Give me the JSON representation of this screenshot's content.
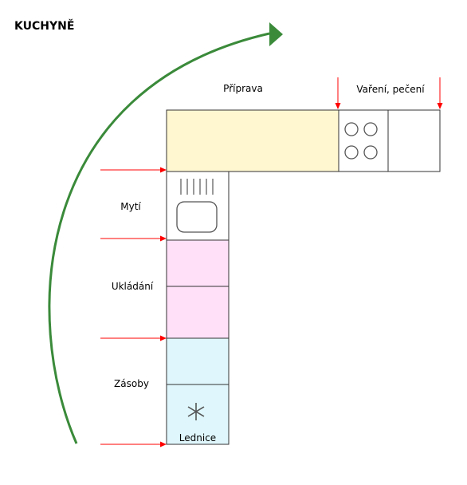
{
  "title": "KUCHYNĚ",
  "zones": {
    "priprava": "Příprava",
    "vareni": "Vaření, pečení",
    "myti": "Mytí",
    "ukladani": "Ukládání",
    "zasoby": "Zásoby",
    "lednice": "Lednice"
  },
  "colors": {
    "priprava": "#fff7d0",
    "ukladani": "#ffe0f8",
    "zasoby": "#dff7fc",
    "arrow": "#3a8a3a",
    "markers": "#ff0000"
  },
  "icons": {
    "stove": "stove-burners-icon",
    "sink": "sink-icon",
    "fridge": "snowflake-icon"
  }
}
